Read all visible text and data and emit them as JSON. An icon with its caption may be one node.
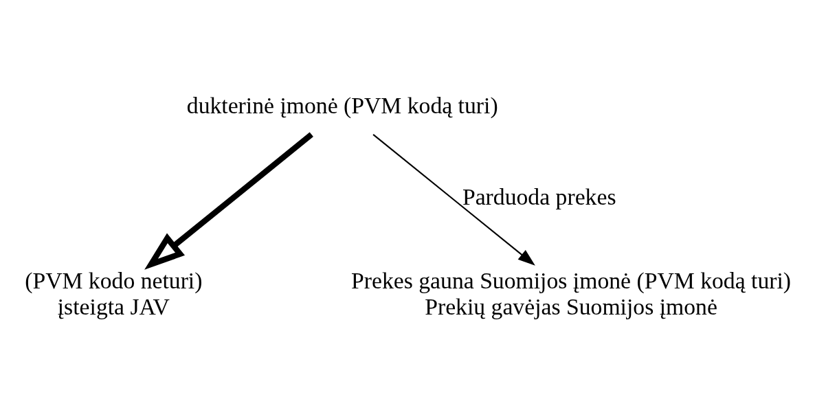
{
  "diagram": {
    "nodes": [
      {
        "text": [
          "dukterinė įmonė (PVM kodą turi)"
        ]
      },
      {
        "text": [
          "(PVM kodo neturi)",
          "įsteigta JAV"
        ]
      },
      {
        "text": [
          "Prekes gauna Suomijos įmonė (PVM kodą turi)",
          "Prekių gavėjas Suomijos įmonė"
        ]
      }
    ],
    "edges": [
      {
        "from": 0,
        "to": 1,
        "arrow": "to",
        "style": "thick"
      },
      {
        "from": 0,
        "to": 2,
        "arrow": "to",
        "label": "Parduoda prekes"
      }
    ]
  }
}
